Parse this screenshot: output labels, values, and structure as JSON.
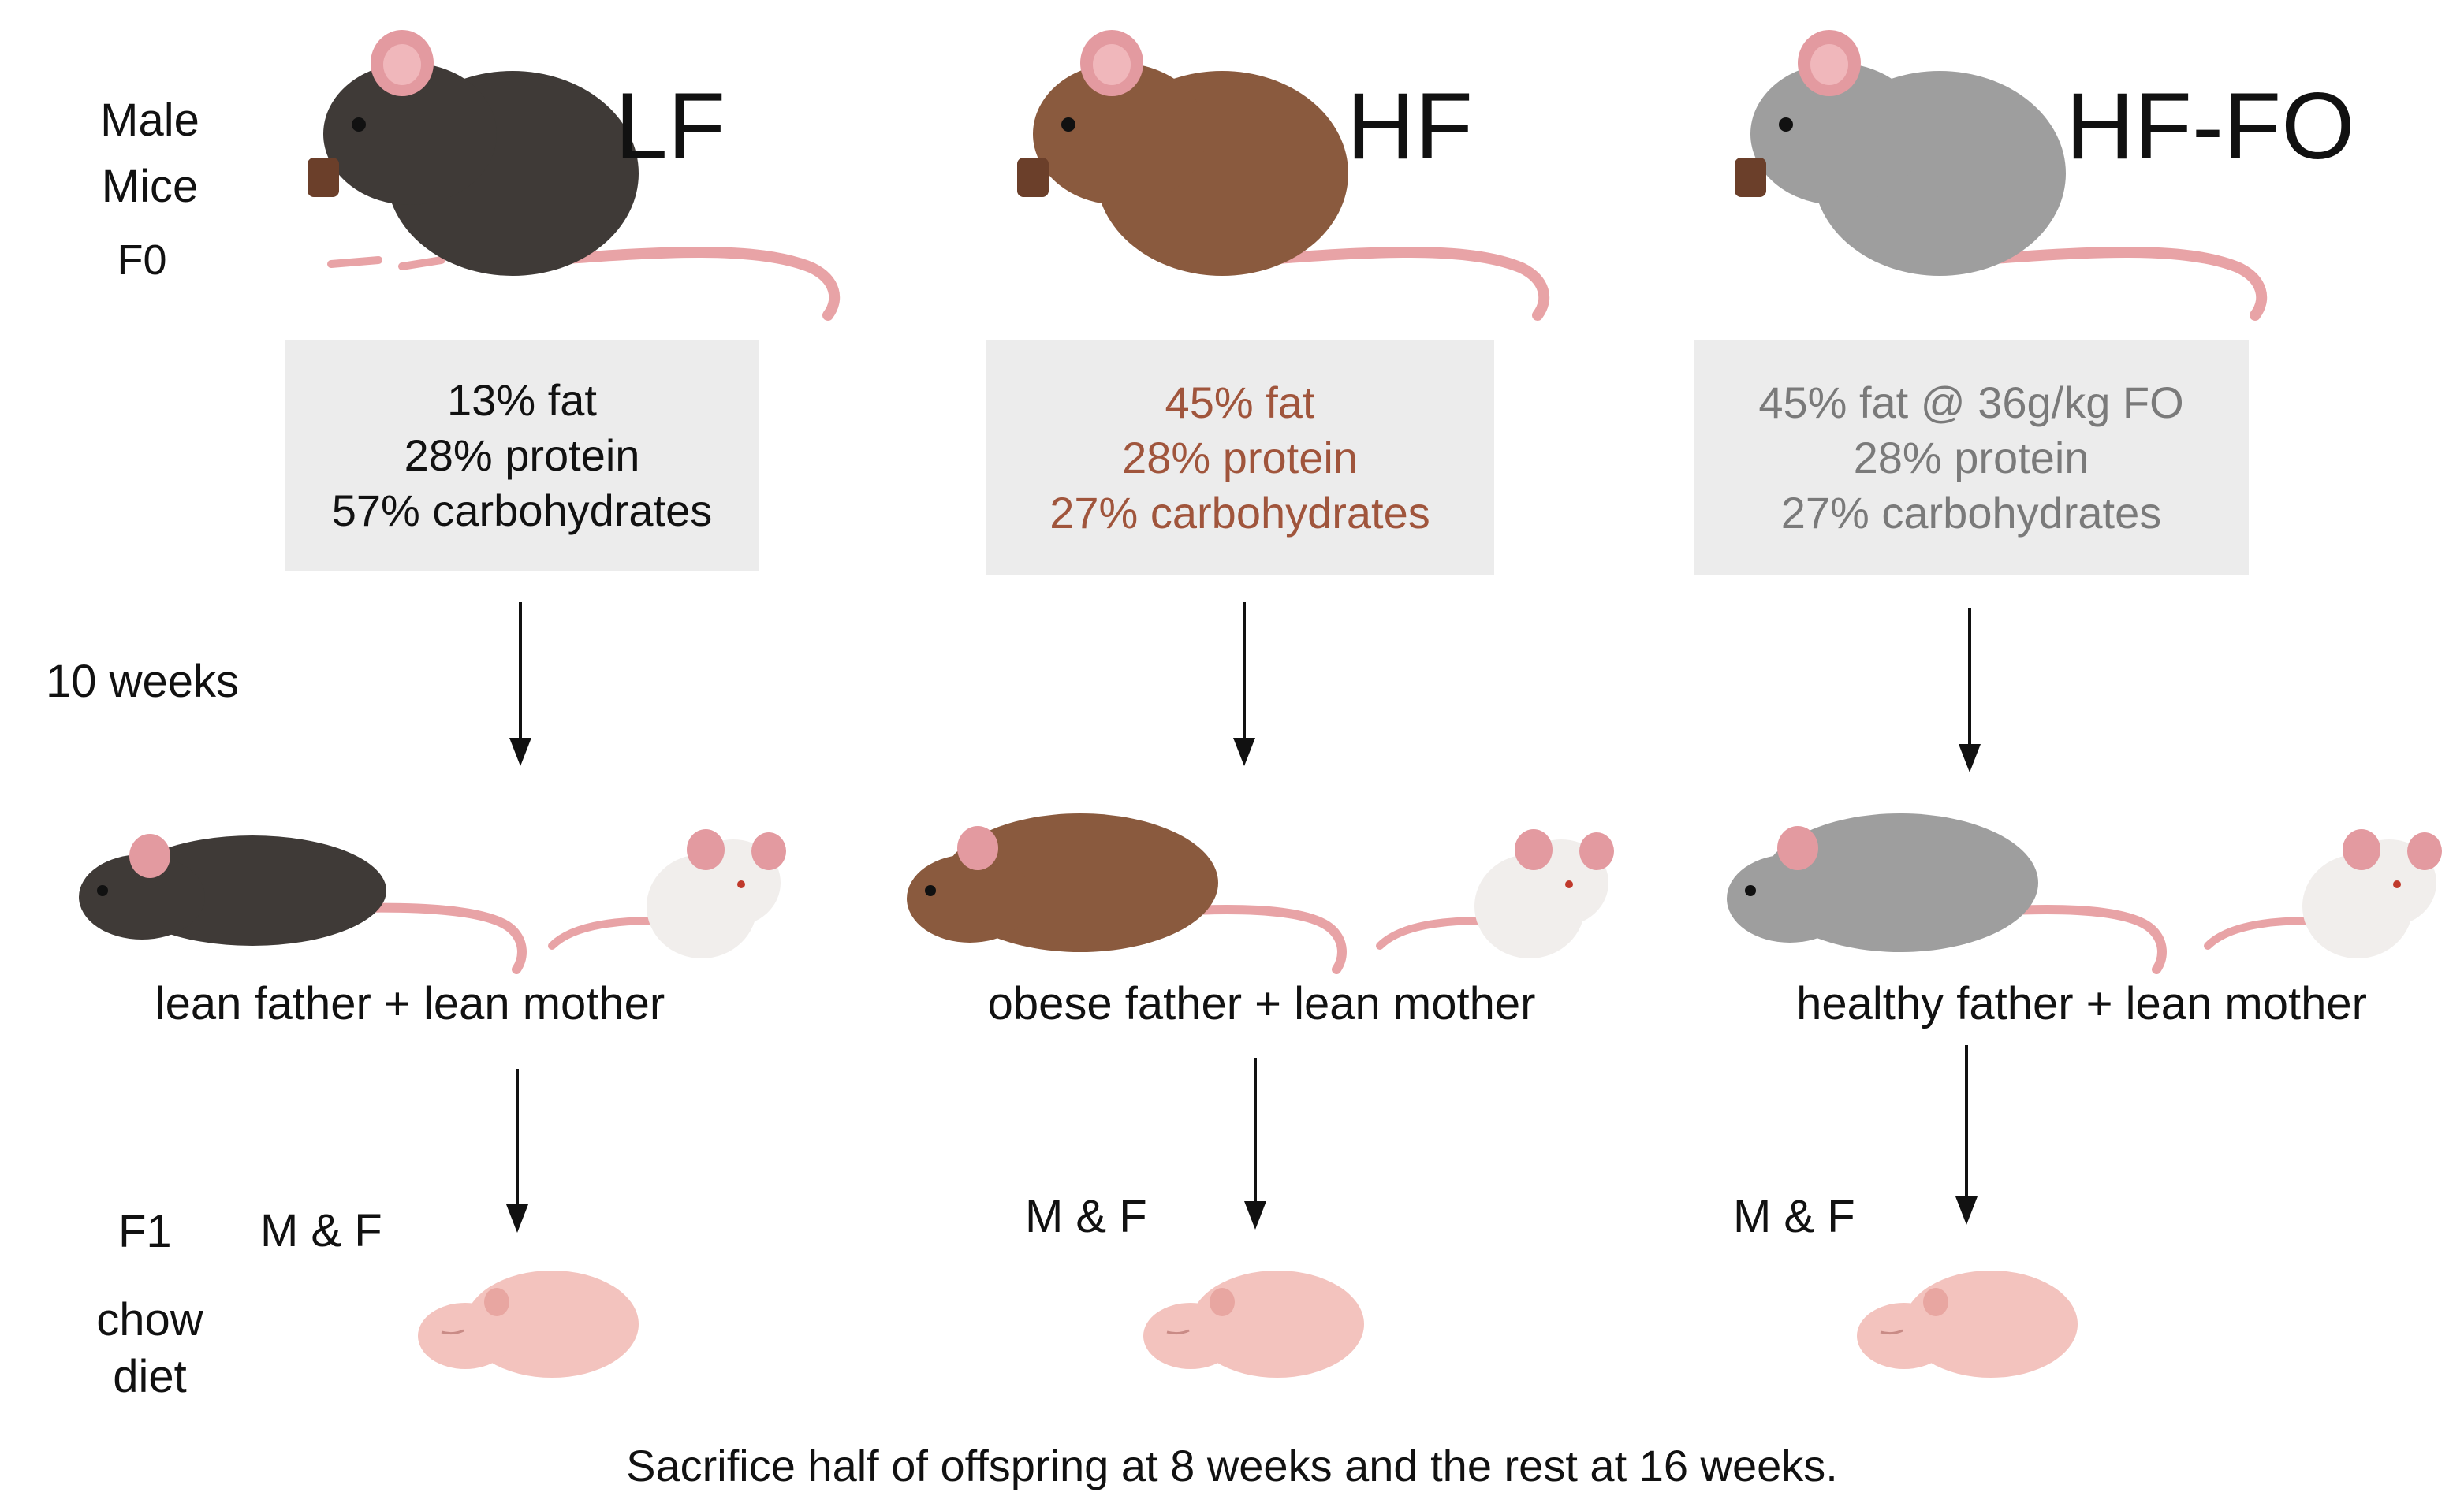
{
  "left_labels": {
    "male": "Male",
    "mice": "Mice",
    "gen_f0": "F0",
    "duration": "10 weeks",
    "gen_f1": "F1",
    "chow": "chow",
    "diet": "diet"
  },
  "groups": [
    {
      "name": "LF",
      "color": "#3f3a37",
      "text_color": "#111111",
      "diet": [
        "13% fat",
        "28% protein",
        "57% carbohydrates"
      ],
      "pairing": "lean father + lean mother",
      "offspring": "M & F"
    },
    {
      "name": "HF",
      "color": "#8a5a3e",
      "text_color": "#a0553c",
      "diet": [
        "45% fat",
        "28% protein",
        "27% carbohydrates"
      ],
      "pairing": "obese father + lean mother",
      "offspring": "M & F"
    },
    {
      "name": "HF-FO",
      "color": "#9e9e9e",
      "text_color": "#7a7a7a",
      "diet": [
        "45% fat @ 36g/kg FO",
        "28% protein",
        "27% carbohydrates"
      ],
      "pairing": "healthy father + lean mother",
      "offspring": "M & F"
    }
  ],
  "colors": {
    "tail": "#e8a3a6",
    "ear": "#e39aa0",
    "female_mouse": "#f1eeec",
    "pup": "#f3c3be",
    "box": "#ececec"
  },
  "footer": "Sacrifice half of offspring at 8 weeks and the rest at 16 weeks."
}
